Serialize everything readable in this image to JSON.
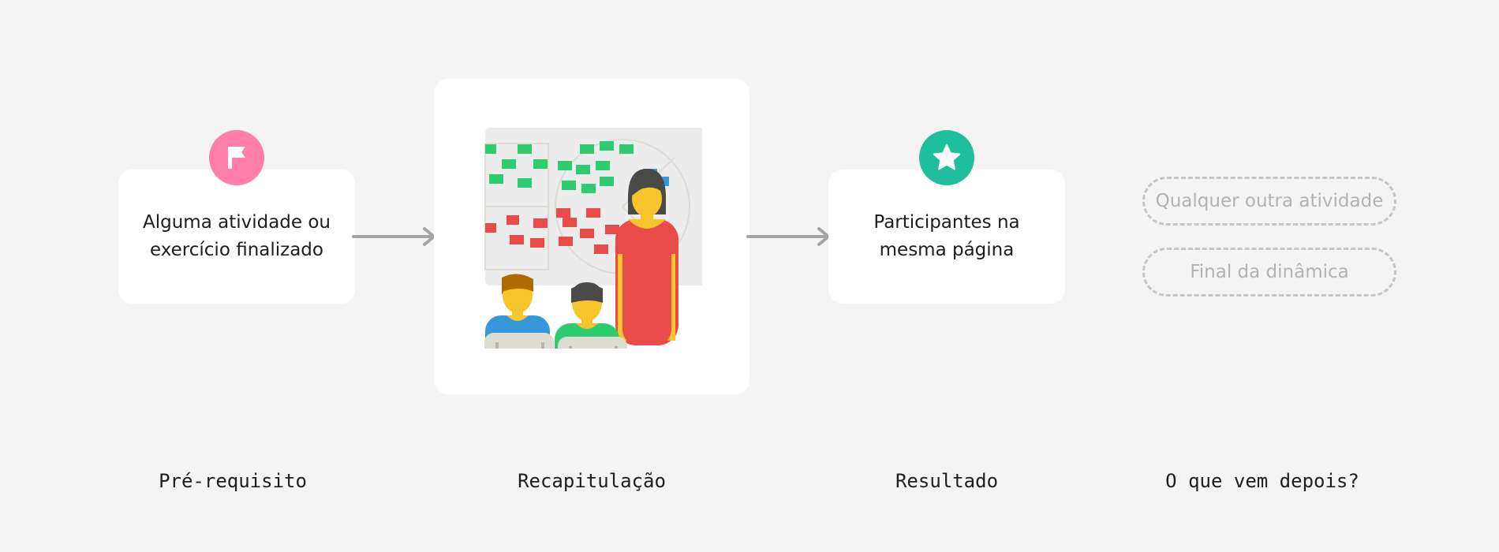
{
  "steps": {
    "prerequisite": {
      "text_line1": "Alguma atividade ou",
      "text_line2": "exercício finalizado",
      "icon": "flag-icon"
    },
    "recap": {
      "illustration": "workshop-illustration"
    },
    "result": {
      "text_line1": "Participantes na",
      "text_line2": "mesma página",
      "icon": "star-icon"
    }
  },
  "next_options": [
    {
      "label": "Qualquer outra atividade"
    },
    {
      "label": "Final da dinâmica"
    }
  ],
  "stage_labels": {
    "prerequisite": "Pré-requisito",
    "recap": "Recapitulação",
    "result": "Resultado",
    "next": "O que vem depois?"
  },
  "colors": {
    "background": "#f4f4f4",
    "card": "#ffffff",
    "flag_circle": "#ff7eaa",
    "star_circle": "#1fbe9c",
    "arrow": "#a4a5a0",
    "dashed_border": "#c6c6c6"
  }
}
